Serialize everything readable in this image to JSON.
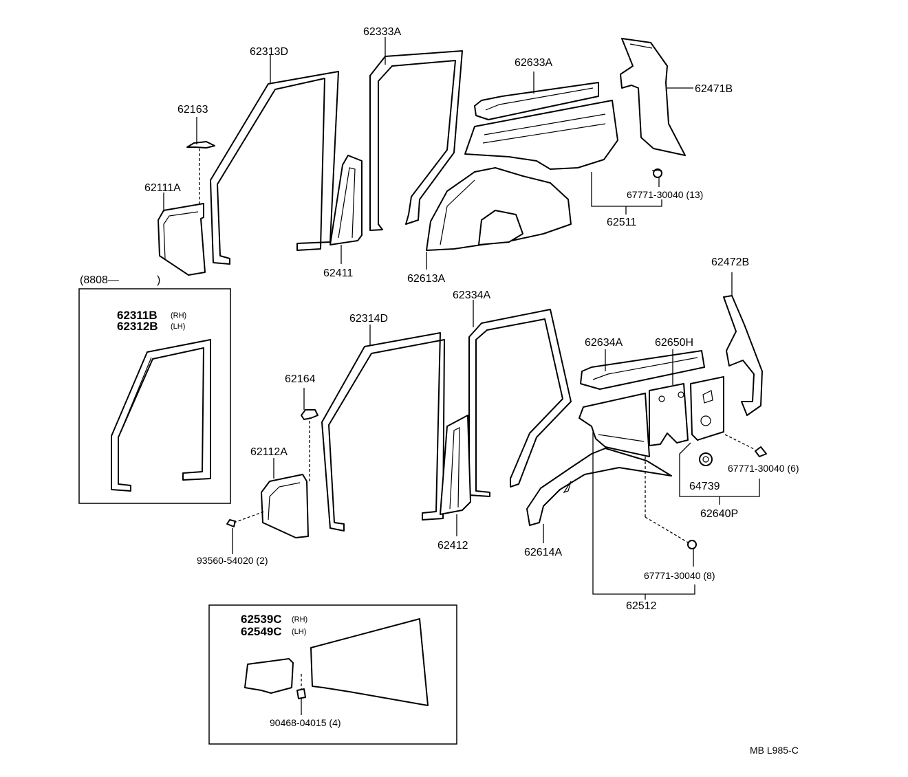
{
  "labels": {
    "p62333A": "62333A",
    "p62313D": "62313D",
    "p62633A": "62633A",
    "p62471B": "62471B",
    "p62163": "62163",
    "p62111A": "62111A",
    "p67771_13": "67771-30040 (13)",
    "p62511": "62511",
    "p62411": "62411",
    "p62613A": "62613A",
    "p8808": "(8808—",
    "p8808_close": ")",
    "p62472B": "62472B",
    "p62334A": "62334A",
    "p62311B": "62311B",
    "p62312B": "62312B",
    "rh": "(RH)",
    "lh": "(LH)",
    "p62314D": "62314D",
    "p62634A": "62634A",
    "p62650H": "62650H",
    "p62164": "62164",
    "p62112A": "62112A",
    "p67771_6": "67771-30040 (6)",
    "p64739": "64739",
    "p62640P": "62640P",
    "p93560": "93560-54020 (2)",
    "p62412": "62412",
    "p62614A": "62614A",
    "p67771_8": "67771-30040 (8)",
    "p62512": "62512",
    "p62539C": "62539C",
    "p62549C": "62549C",
    "p90468": "90468-04015 (4)",
    "code": "MB  L985-C"
  }
}
